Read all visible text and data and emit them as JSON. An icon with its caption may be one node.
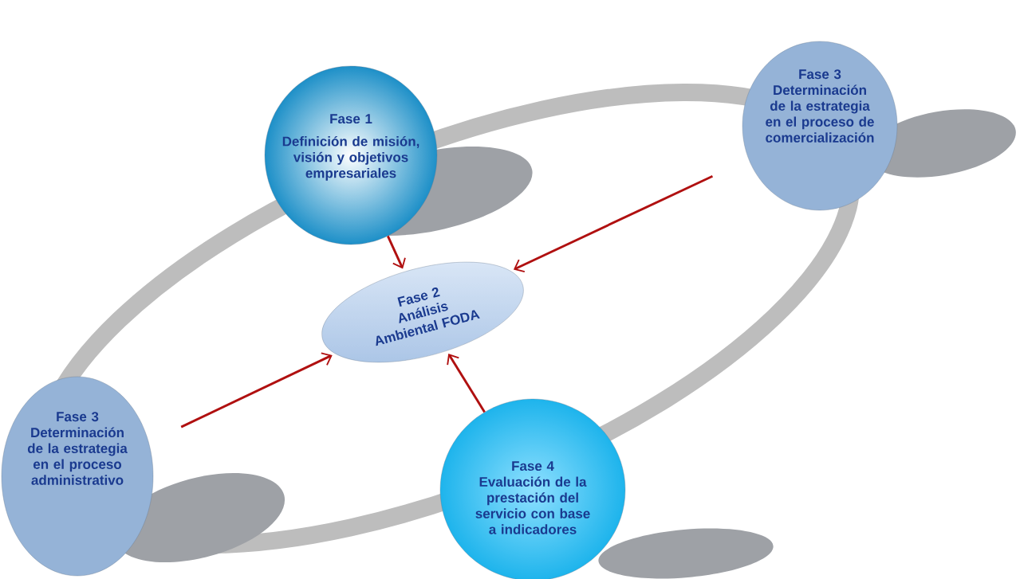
{
  "diagram": {
    "nodes": [
      {
        "text": [
          "Fase 1",
          "Definición de misión, visión y objetivos empresariales"
        ]
      },
      {
        "text": [
          "Fase 2",
          "Análisis Ambiental FODA"
        ]
      },
      {
        "text": [
          "Fase 3",
          "Determinación de la estrategia en el proceso de comercialización"
        ]
      },
      {
        "text": [
          "Fase 3",
          "Determinación de la estrategia en el proceso administrativo"
        ]
      },
      {
        "text": [
          "Fase 4",
          "Evaluación de la prestación del servicio con base a indicadores"
        ]
      }
    ],
    "edges": [
      {
        "from": 0,
        "to": 1,
        "arrow": "to"
      },
      {
        "from": 2,
        "to": 1,
        "arrow": "to"
      },
      {
        "from": 3,
        "to": 1,
        "arrow": "to"
      },
      {
        "from": 4,
        "to": 1,
        "arrow": "to"
      }
    ]
  }
}
